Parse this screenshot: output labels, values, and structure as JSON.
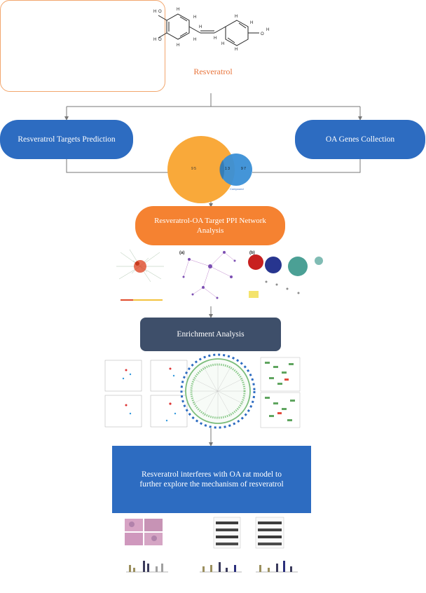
{
  "resveratrol_box": {
    "label": "Resveratrol"
  },
  "targets_prediction": {
    "label": "Resveratrol Targets Prediction"
  },
  "oa_genes": {
    "label": "OA Genes Collection"
  },
  "venn": {
    "left_value": "9 5",
    "overlap_value": "1 3",
    "right_value": "9 7",
    "caption": "Compound"
  },
  "ppi": {
    "label": "Resveratrol-OA Target PPI Network Analysis"
  },
  "enrichment": {
    "label": "Enrichment Analysis"
  },
  "rat_model": {
    "label": "Resveratrol interferes with OA rat model to further explore the mechanism of resveratrol"
  },
  "panel_labels": {
    "a": "(a)",
    "b": "(b)"
  },
  "colors": {
    "orange": "#f58231",
    "blue": "#2d6cc1",
    "venn_blue": "#3a8fd6",
    "dark": "#3e4f6a",
    "border": "#f2a66d"
  }
}
